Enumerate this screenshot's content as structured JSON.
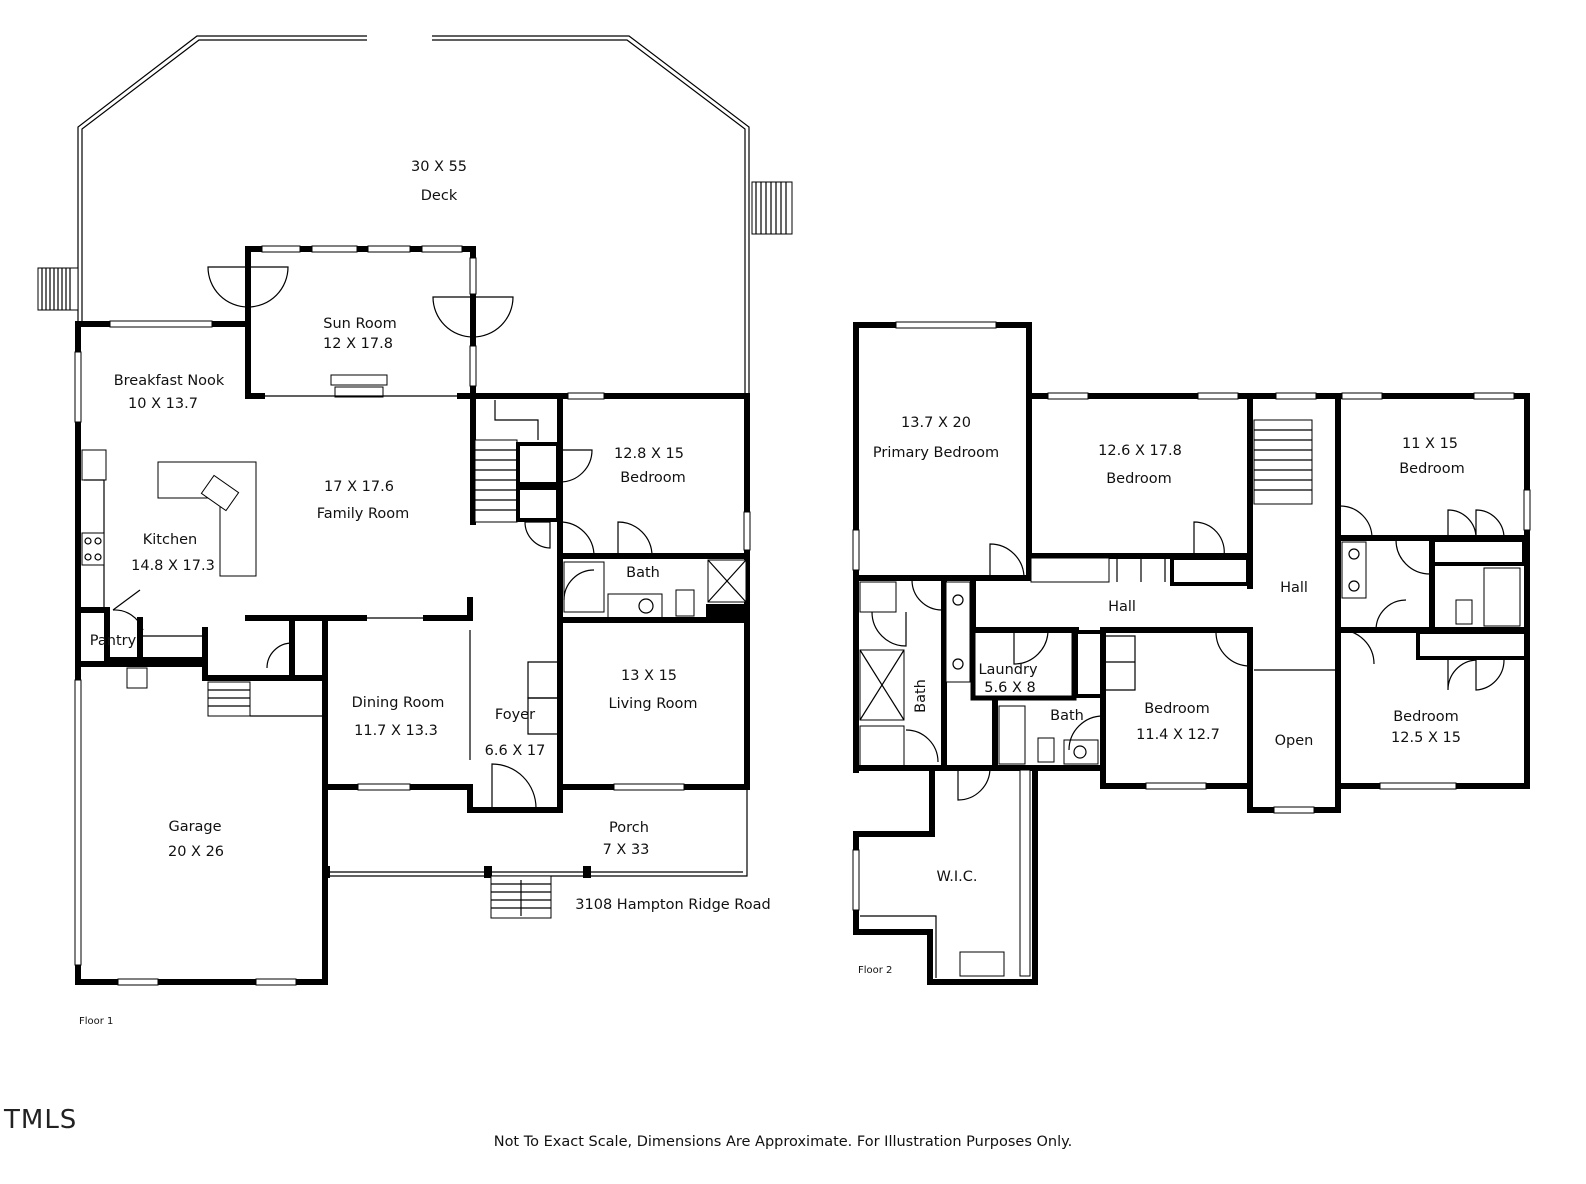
{
  "floor1": {
    "label": "Floor 1",
    "rooms": [
      {
        "id": "deck",
        "name": "Deck",
        "dims": "30 X 55"
      },
      {
        "id": "sun-room",
        "name": "Sun Room",
        "dims": "12 X 17.8"
      },
      {
        "id": "breakfast-nook",
        "name": "Breakfast Nook",
        "dims": "10 X 13.7"
      },
      {
        "id": "family-room",
        "name": "Family Room",
        "dims": "17 X 17.6"
      },
      {
        "id": "kitchen",
        "name": "Kitchen",
        "dims": "14.8 X 17.3"
      },
      {
        "id": "pantry",
        "name": "Pantry",
        "dims": ""
      },
      {
        "id": "bedroom-f1",
        "name": "Bedroom",
        "dims": "12.8 X 15"
      },
      {
        "id": "bath-f1",
        "name": "Bath",
        "dims": ""
      },
      {
        "id": "living-room",
        "name": "Living Room",
        "dims": "13 X 15"
      },
      {
        "id": "dining-room",
        "name": "Dining Room",
        "dims": "11.7 X 13.3"
      },
      {
        "id": "foyer",
        "name": "Foyer",
        "dims": "6.6 X 17"
      },
      {
        "id": "porch",
        "name": "Porch",
        "dims": "7 X 33"
      },
      {
        "id": "garage",
        "name": "Garage",
        "dims": "20 X 26"
      }
    ],
    "address": "3108 Hampton Ridge Road"
  },
  "floor2": {
    "label": "Floor 2",
    "rooms": [
      {
        "id": "primary-bedroom",
        "name": "Primary Bedroom",
        "dims": "13.7 X 20"
      },
      {
        "id": "bedroom-a",
        "name": "Bedroom",
        "dims": "12.6 X 17.8"
      },
      {
        "id": "bedroom-b",
        "name": "Bedroom",
        "dims": "11 X 15"
      },
      {
        "id": "hall-upper",
        "name": "Hall",
        "dims": ""
      },
      {
        "id": "hall-lower",
        "name": "Hall",
        "dims": ""
      },
      {
        "id": "bath-primary",
        "name": "Bath",
        "dims": ""
      },
      {
        "id": "laundry",
        "name": "Laundry",
        "dims": "5.6 X 8"
      },
      {
        "id": "bath-hall",
        "name": "Bath",
        "dims": ""
      },
      {
        "id": "bedroom-c",
        "name": "Bedroom",
        "dims": "11.4 X 12.7"
      },
      {
        "id": "open",
        "name": "Open",
        "dims": ""
      },
      {
        "id": "bedroom-d",
        "name": "Bedroom",
        "dims": "12.5 X 15"
      },
      {
        "id": "wic",
        "name": "W.I.C.",
        "dims": ""
      }
    ]
  },
  "logo": "TMLS",
  "disclaimer": "Not To Exact Scale, Dimensions Are Approximate. For Illustration Purposes Only.",
  "colors": {
    "wall": "#000000",
    "background": "#ffffff"
  }
}
